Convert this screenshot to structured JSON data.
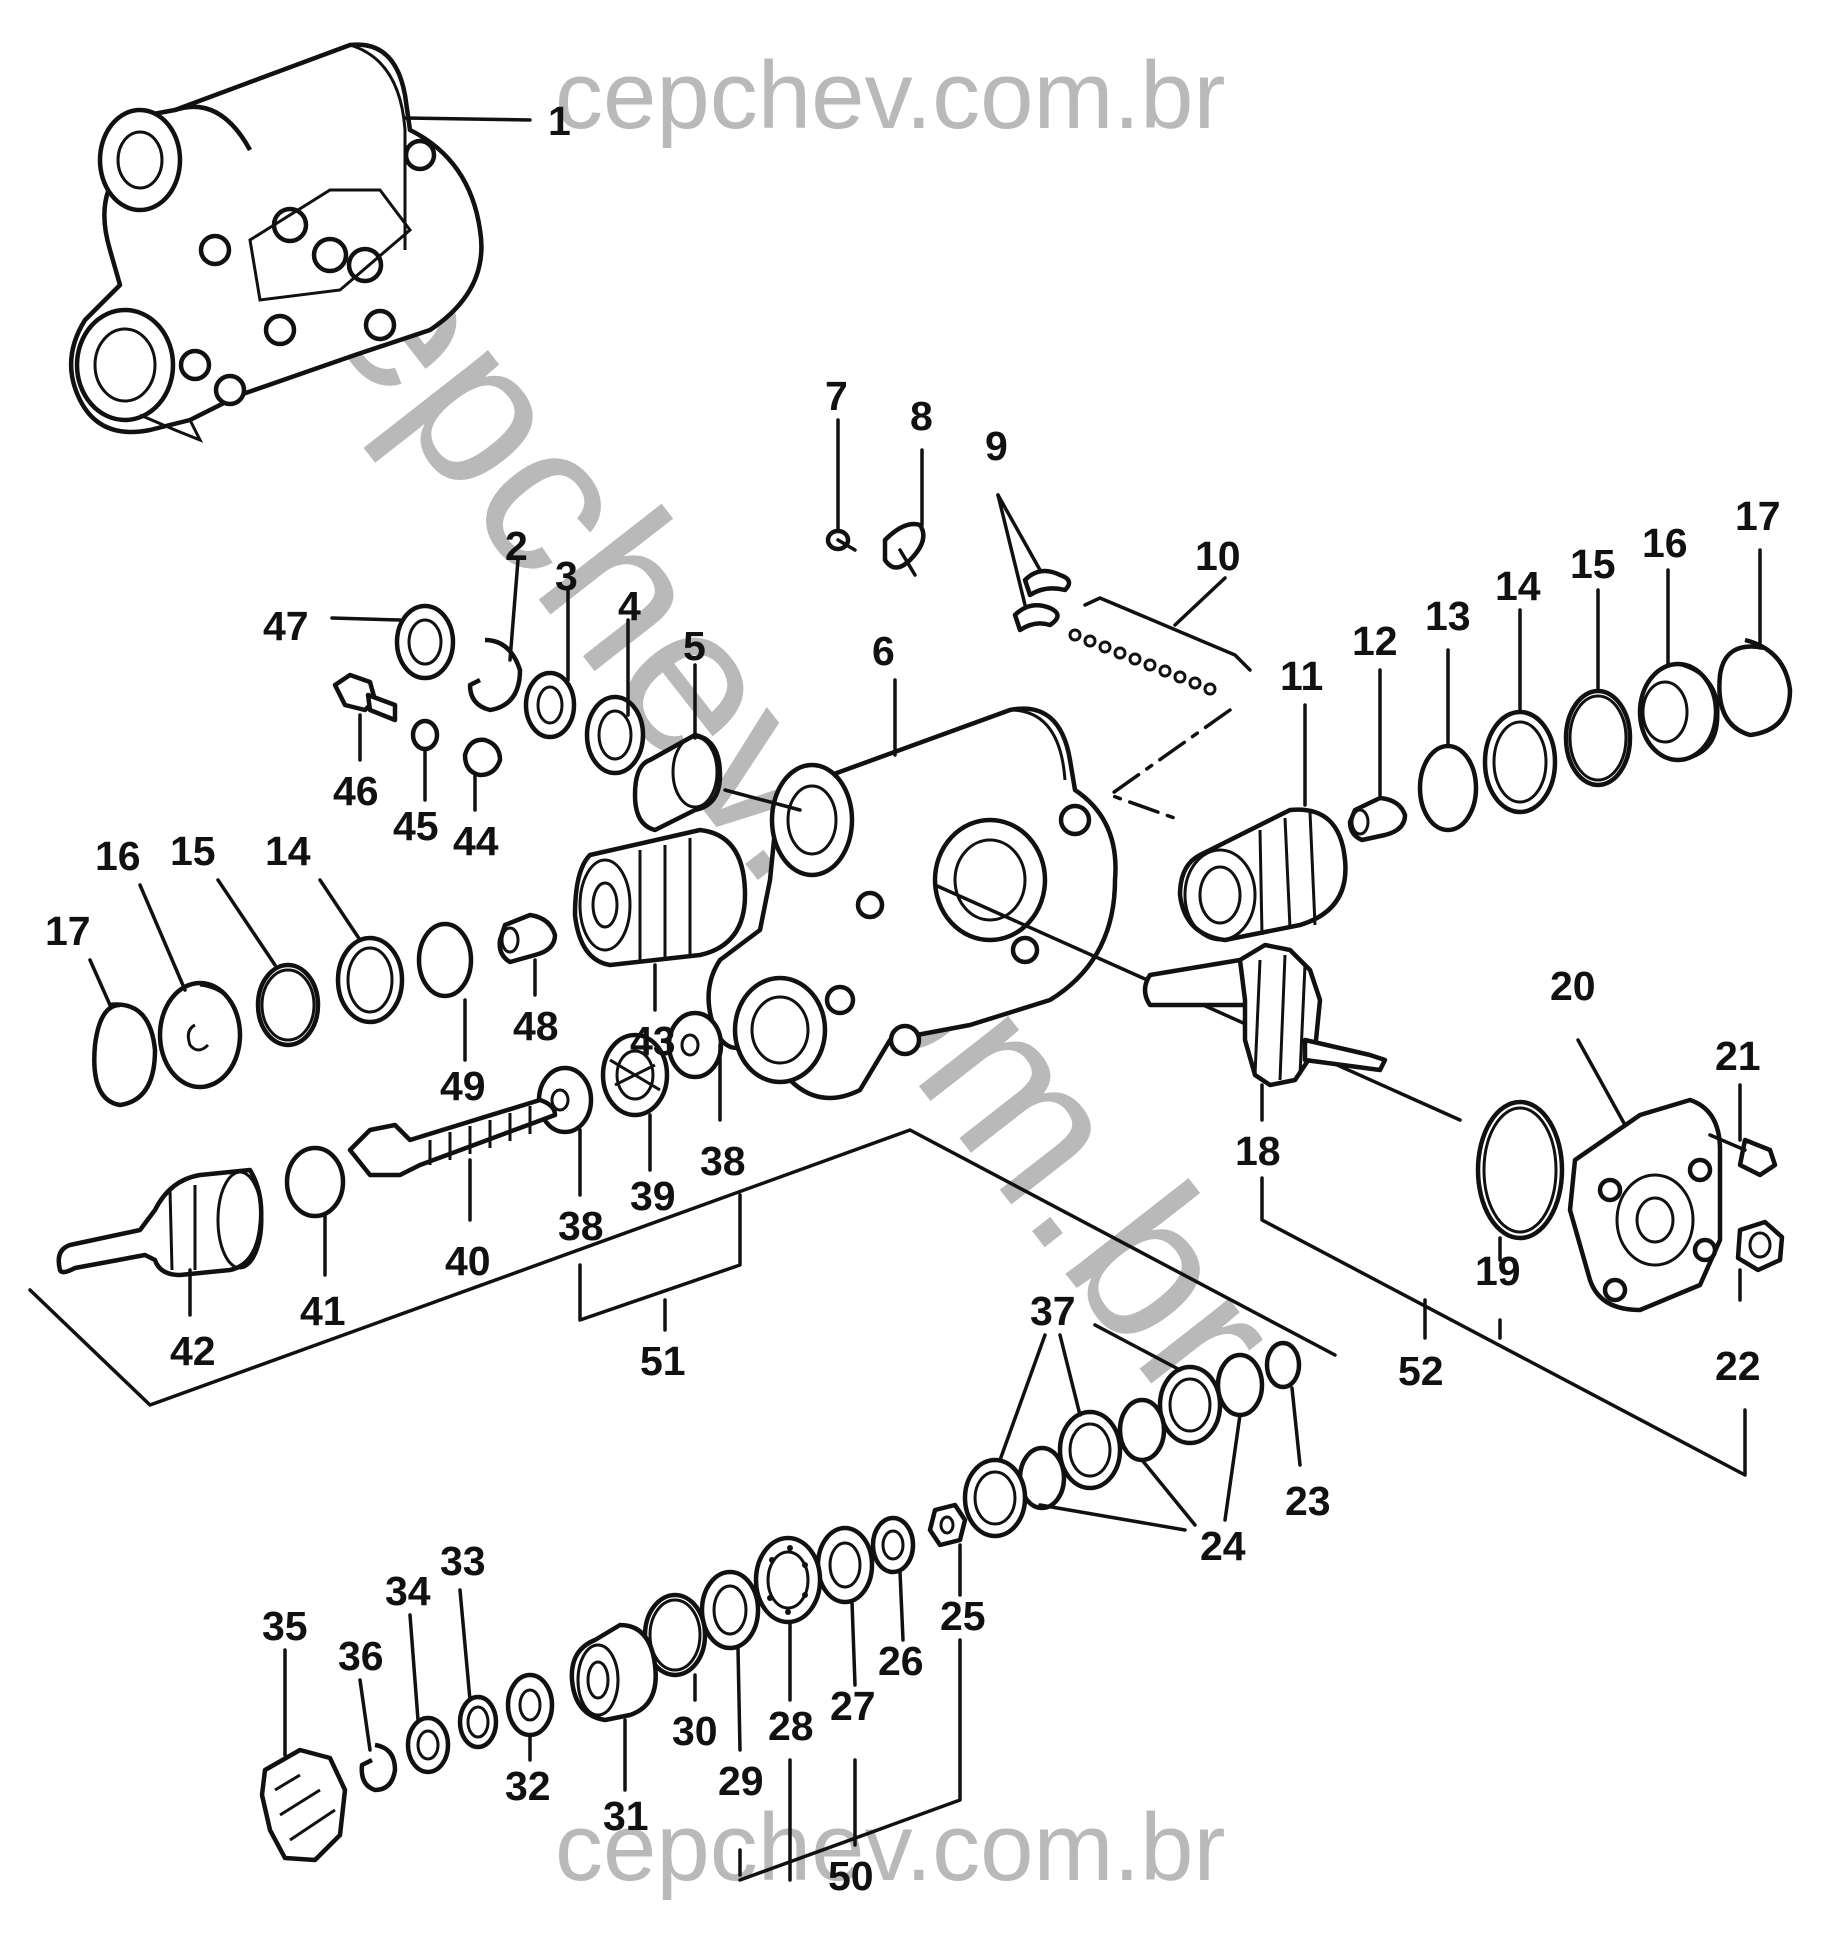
{
  "watermark": {
    "top": "cepchev.com.br",
    "bottom": "cepchev.com.br",
    "diagonal": "cepchev.com.br"
  },
  "callouts": [
    "1",
    "2",
    "3",
    "4",
    "5",
    "6",
    "7",
    "8",
    "9",
    "10",
    "11",
    "12",
    "13",
    "14",
    "15",
    "16",
    "17",
    "18",
    "19",
    "20",
    "21",
    "22",
    "23",
    "24",
    "25",
    "26",
    "27",
    "28",
    "29",
    "30",
    "31",
    "32",
    "33",
    "34",
    "35",
    "36",
    "37",
    "38",
    "39",
    "40",
    "41",
    "42",
    "43",
    "44",
    "45",
    "46",
    "47",
    "48",
    "49",
    "50",
    "51",
    "52"
  ],
  "callouts_left_group": [
    "17",
    "16",
    "15",
    "14"
  ],
  "callouts_repeat": [
    "38"
  ]
}
